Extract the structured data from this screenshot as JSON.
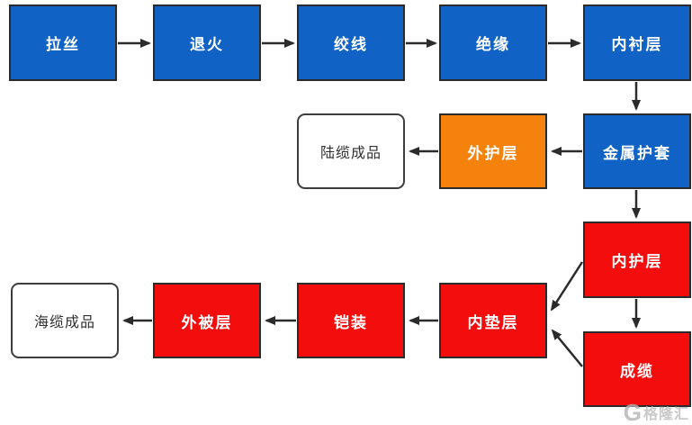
{
  "diagram": {
    "description": "cable manufacturing process flowchart",
    "colors": {
      "blue": "#1063c5",
      "orange": "#f5820d",
      "red": "#f30d0d",
      "white": "#ffffff",
      "arrow": "#2b2b2b",
      "watermark": "#b9b9b9"
    },
    "nodes": [
      {
        "id": "wire-drawing",
        "label": "拉丝",
        "color": "blue"
      },
      {
        "id": "annealing",
        "label": "退火",
        "color": "blue"
      },
      {
        "id": "stranding",
        "label": "绞线",
        "color": "blue"
      },
      {
        "id": "insulation",
        "label": "绝缘",
        "color": "blue"
      },
      {
        "id": "inner-lining",
        "label": "内衬层",
        "color": "blue"
      },
      {
        "id": "metal-sheath",
        "label": "金属护套",
        "color": "blue"
      },
      {
        "id": "outer-sheath",
        "label": "外护层",
        "color": "orange"
      },
      {
        "id": "land-cable-product",
        "label": "陆缆成品",
        "color": "white"
      },
      {
        "id": "inner-sheath",
        "label": "内护层",
        "color": "red"
      },
      {
        "id": "cabling",
        "label": "成缆",
        "color": "red"
      },
      {
        "id": "inner-cushion",
        "label": "内垫层",
        "color": "red"
      },
      {
        "id": "armoring",
        "label": "铠装",
        "color": "red"
      },
      {
        "id": "outer-covering",
        "label": "外被层",
        "color": "red"
      },
      {
        "id": "sea-cable-product",
        "label": "海缆成品",
        "color": "white"
      }
    ],
    "edges": [
      "wire-drawing→annealing",
      "annealing→stranding",
      "stranding→insulation",
      "insulation→inner-lining",
      "inner-lining→metal-sheath",
      "metal-sheath→outer-sheath",
      "outer-sheath→land-cable-product",
      "metal-sheath→inner-sheath",
      "inner-sheath→cabling",
      "inner-sheath→inner-cushion",
      "cabling→inner-cushion",
      "inner-cushion→armoring",
      "armoring→outer-covering",
      "outer-covering→sea-cable-product"
    ]
  },
  "watermark": {
    "logo": "G",
    "text": "格隆汇"
  }
}
